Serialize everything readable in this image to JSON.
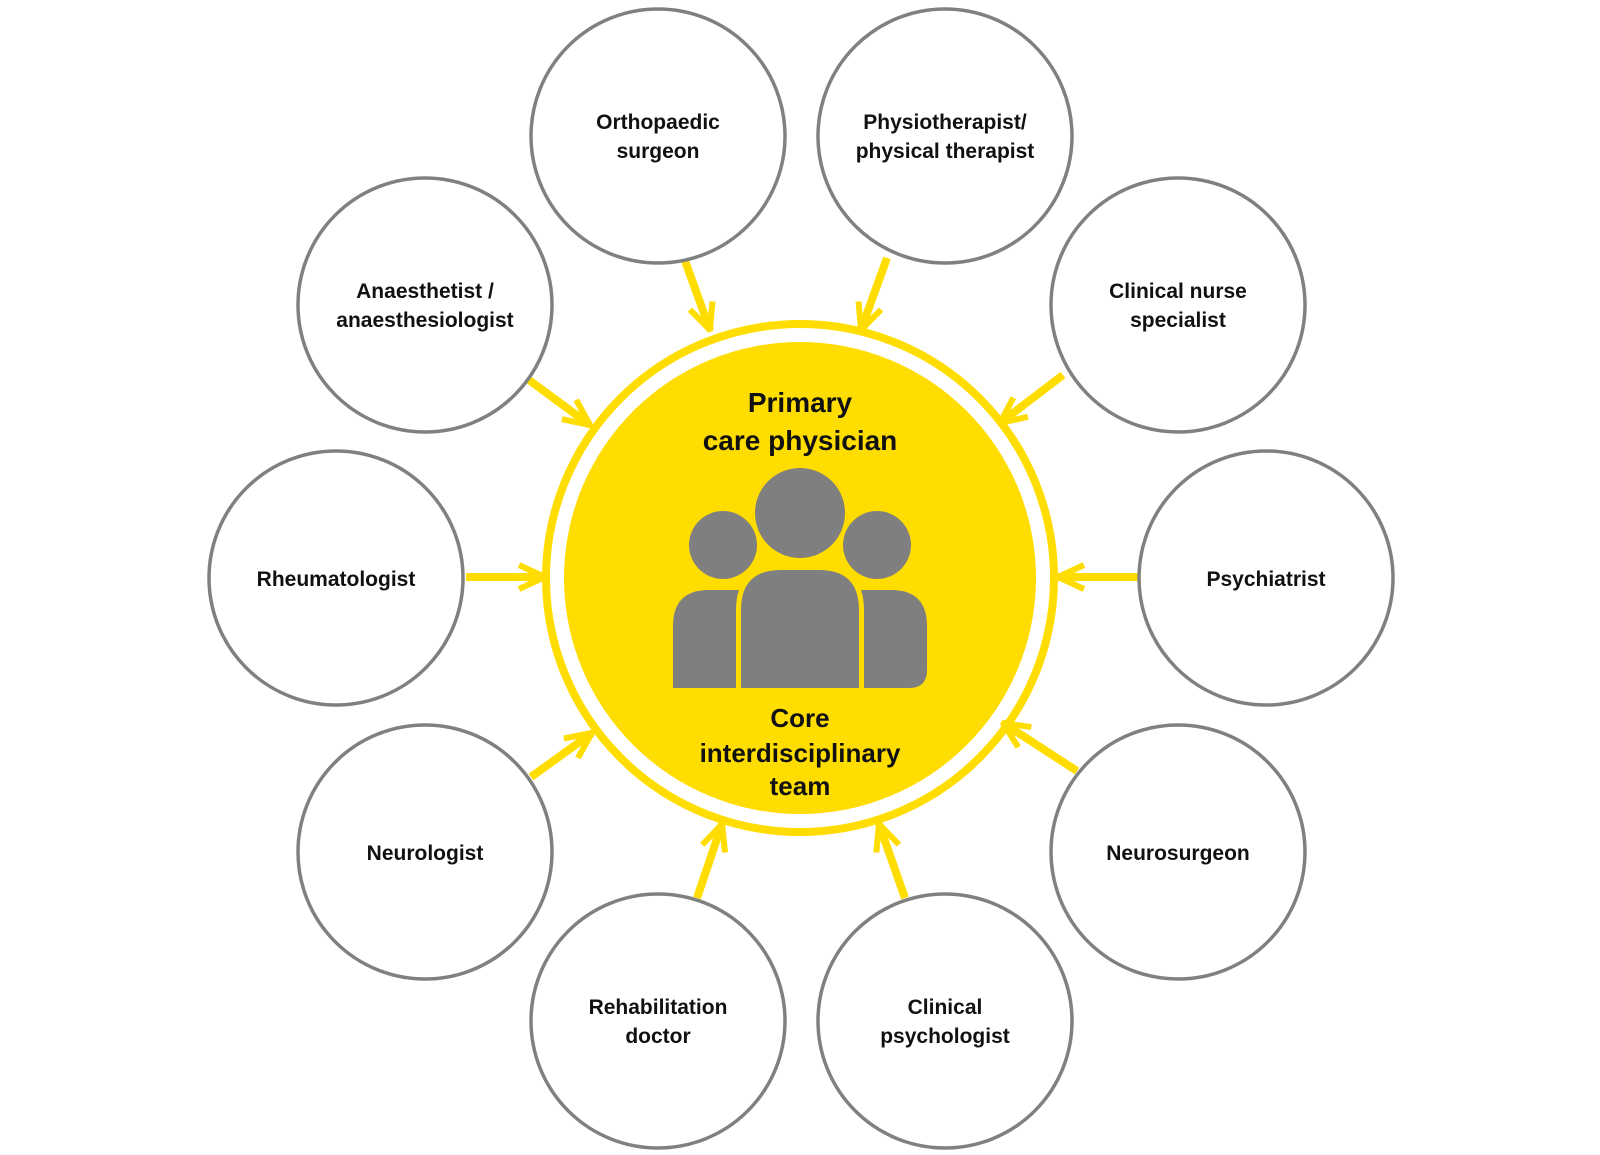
{
  "center": {
    "title_line1": "Primary",
    "title_line2": "care physician",
    "subtitle_line1": "Core",
    "subtitle_line2": "interdisciplinary",
    "subtitle_line3": "team",
    "icon": "people-group-icon"
  },
  "specialists": [
    {
      "line1": "Orthopaedic",
      "line2": "surgeon"
    },
    {
      "line1": "Physiotherapist/",
      "line2": "physical therapist"
    },
    {
      "line1": "Clinical nurse",
      "line2": "specialist"
    },
    {
      "line1": "Psychiatrist",
      "line2": ""
    },
    {
      "line1": "Neurosurgeon",
      "line2": ""
    },
    {
      "line1": "Clinical",
      "line2": "psychologist"
    },
    {
      "line1": "Rehabilitation",
      "line2": "doctor"
    },
    {
      "line1": "Neurologist",
      "line2": ""
    },
    {
      "line1": "Rheumatologist",
      "line2": ""
    },
    {
      "line1": "Anaesthetist /",
      "line2": "anaesthesiologist"
    }
  ],
  "colors": {
    "accent_yellow": "#FFDD00",
    "icon_gray": "#7F7F7F",
    "outline_gray": "#808080",
    "text": "#111111"
  }
}
